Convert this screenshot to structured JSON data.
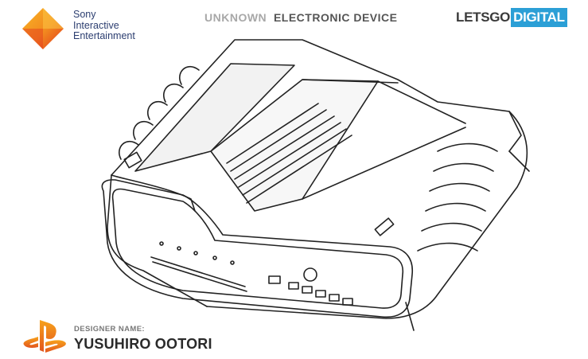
{
  "header": {
    "company_lines": [
      "Sony",
      "Interactive",
      "Entertainment"
    ],
    "title_word_1": "UNKNOWN",
    "title_word_2": "ELECTRONIC DEVICE",
    "source_brand_part_1": "LETSGO",
    "source_brand_part_2": "DIGITAL"
  },
  "footer": {
    "designer_label": "DESIGNER NAME:",
    "designer_name": "YUSUHIRO OOTORI"
  },
  "icons": {
    "company_logo": "sony-interactive-logo-icon",
    "platform_logo": "playstation-logo-icon"
  },
  "colors": {
    "brand_blue": "#2b9fd6",
    "logo_orange": "#f7a21b",
    "logo_red": "#e2361d",
    "ink": "#222222"
  }
}
